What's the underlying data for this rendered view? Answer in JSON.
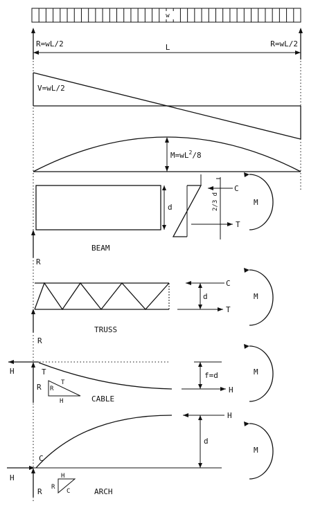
{
  "load": {
    "w": "w",
    "span": "L"
  },
  "reactions": {
    "left": "R=wL/2",
    "right": "R=wL/2"
  },
  "shear": {
    "label": "V=wL/2"
  },
  "moment": {
    "label_main": "M=wL",
    "label_sup": "2",
    "label_tail": "/8"
  },
  "beam": {
    "title": "BEAM",
    "depth": "d",
    "compression": "C",
    "tension": "T",
    "lever": "2/3 d",
    "reaction": "R",
    "moment": "M"
  },
  "truss": {
    "title": "TRUSS",
    "depth": "d",
    "compression": "C",
    "tension": "T",
    "reaction": "R",
    "moment": "M"
  },
  "cable": {
    "title": "CABLE",
    "sag": "f=d",
    "horizontal": "H",
    "horizontal_left": "H",
    "tension": "T",
    "reaction": "R",
    "tri_r": "R",
    "tri_t": "T",
    "tri_h": "H",
    "moment": "M"
  },
  "arch": {
    "title": "ARCH",
    "depth": "d",
    "horizontal": "H",
    "horizontal_left": "H",
    "compression": "C",
    "reaction": "R",
    "tri_h": "H",
    "tri_r": "R",
    "tri_c": "C",
    "moment": "M"
  }
}
